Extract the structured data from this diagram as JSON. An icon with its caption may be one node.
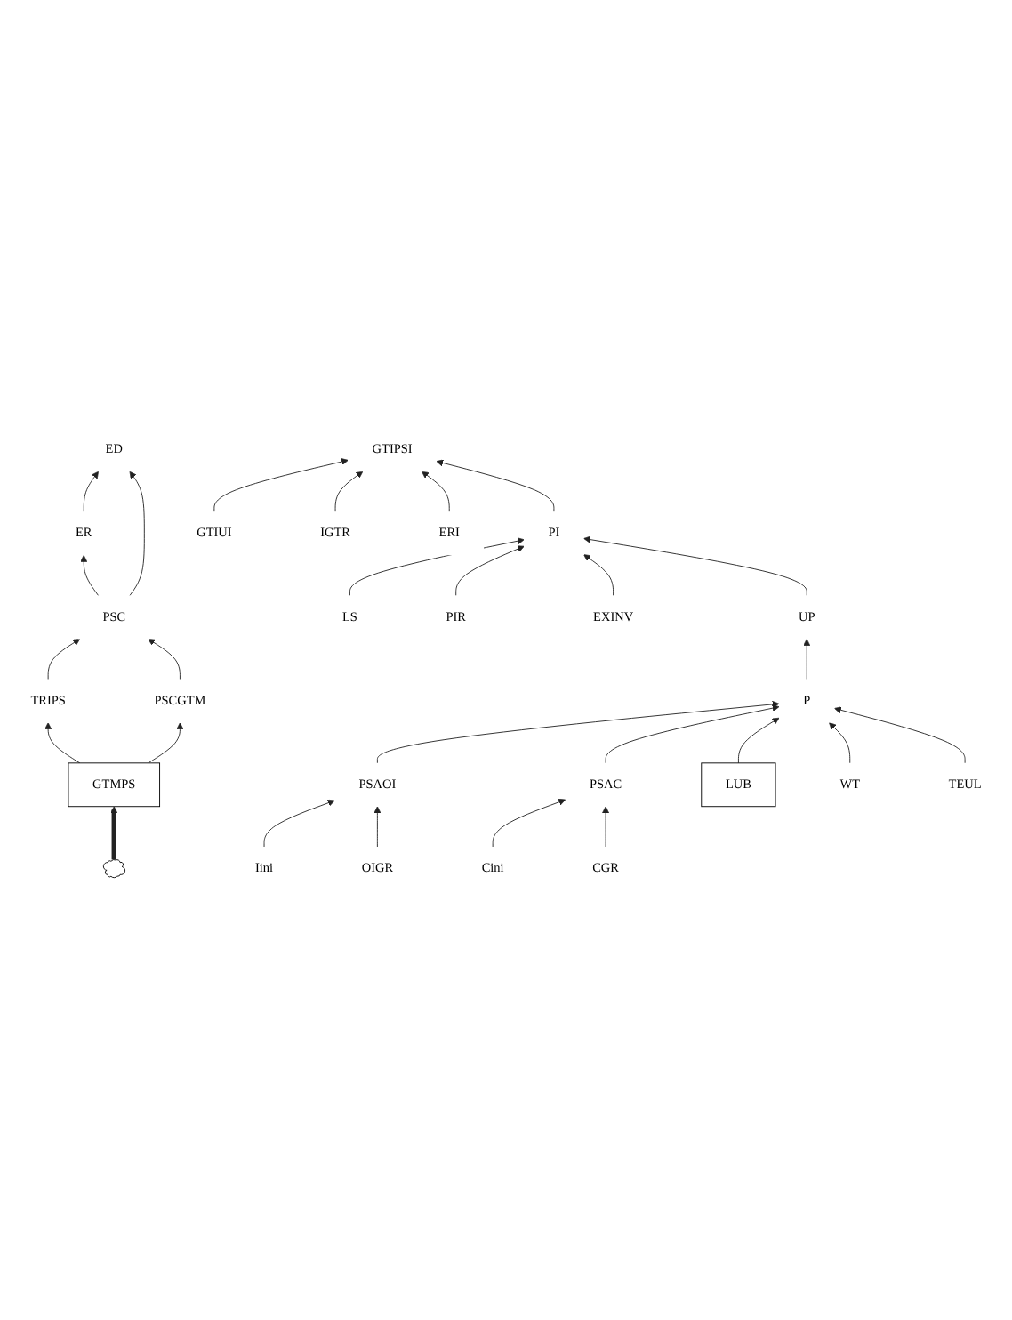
{
  "diagram": {
    "nodes": [
      {
        "text": [
          "ER"
        ]
      },
      {
        "text": [
          "ED"
        ]
      },
      {
        "text": [
          "PSC"
        ]
      },
      {
        "text": [
          "TRIPS"
        ]
      },
      {
        "text": [
          "PSCGTM"
        ]
      },
      {
        "text": [
          "GTIUI"
        ]
      },
      {
        "text": [],
        "shape": "cloud"
      },
      {
        "text": [
          "GTMPS"
        ]
      },
      {
        "text": [
          "GTIPSI"
        ]
      },
      {
        "text": [
          "IGTR"
        ]
      },
      {
        "text": [
          "ERI"
        ]
      },
      {
        "text": [
          "Iini"
        ]
      },
      {
        "text": [
          "LS"
        ]
      },
      {
        "text": [
          "PI"
        ]
      },
      {
        "text": [
          "OIGR"
        ]
      },
      {
        "text": [
          "PSAOI"
        ]
      },
      {
        "text": [
          "PIR"
        ]
      },
      {
        "text": [
          "Cini"
        ]
      },
      {
        "text": [
          "PSAC"
        ]
      },
      {
        "text": [
          "UP"
        ]
      },
      {
        "text": [
          "EXINV"
        ]
      },
      {
        "text": [
          "P"
        ]
      },
      {
        "text": [
          "CGR"
        ]
      },
      {
        "text": [
          "WT"
        ]
      },
      {
        "text": [
          "TEUL"
        ]
      },
      {
        "text": [
          "LUB"
        ]
      }
    ],
    "edges": [
      {
        "from": 0,
        "to": 1,
        "arrow": "to"
      },
      {
        "from": 2,
        "to": 0,
        "arrow": "to"
      },
      {
        "from": 2,
        "to": 1,
        "arrow": "to"
      },
      {
        "from": 3,
        "to": 2,
        "arrow": "to"
      },
      {
        "from": 4,
        "to": 2,
        "arrow": "to"
      },
      {
        "from": 7,
        "to": 3,
        "arrow": "to"
      },
      {
        "from": 7,
        "to": 4,
        "arrow": "to"
      },
      {
        "from": 6,
        "to": 7,
        "arrow": "to",
        "style": "thick"
      },
      {
        "from": 5,
        "to": 8,
        "arrow": "to"
      },
      {
        "from": 9,
        "to": 8,
        "arrow": "to"
      },
      {
        "from": 10,
        "to": 8,
        "arrow": "to"
      },
      {
        "from": 13,
        "to": 8,
        "arrow": "to"
      },
      {
        "from": 12,
        "to": 13,
        "arrow": "to"
      },
      {
        "from": 16,
        "to": 13,
        "arrow": "to"
      },
      {
        "from": 20,
        "to": 13,
        "arrow": "to"
      },
      {
        "from": 19,
        "to": 13,
        "arrow": "to"
      },
      {
        "from": 21,
        "to": 19,
        "arrow": "to"
      },
      {
        "from": 11,
        "to": 15,
        "arrow": "to"
      },
      {
        "from": 14,
        "to": 15,
        "arrow": "to"
      },
      {
        "from": 15,
        "to": 21,
        "arrow": "to"
      },
      {
        "from": 17,
        "to": 18,
        "arrow": "to"
      },
      {
        "from": 22,
        "to": 18,
        "arrow": "to"
      },
      {
        "from": 18,
        "to": 21,
        "arrow": "to"
      },
      {
        "from": 25,
        "to": 21,
        "arrow": "to"
      },
      {
        "from": 23,
        "to": 21,
        "arrow": "to"
      },
      {
        "from": 24,
        "to": 21,
        "arrow": "to"
      }
    ]
  }
}
